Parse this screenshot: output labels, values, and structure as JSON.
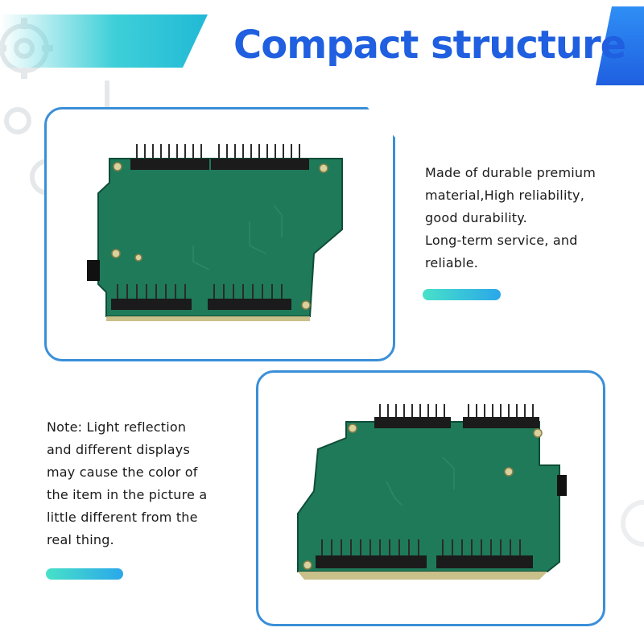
{
  "header": {
    "title": "Compact structure"
  },
  "description": {
    "lines": [
      "Made of durable premium",
      "material,High reliability,",
      "good durability.",
      "Long-term service, and",
      "reliable."
    ]
  },
  "note": {
    "lines": [
      "Note: Light reflection",
      "and different displays",
      "may cause the color of",
      "the item in the picture a",
      "little different from the",
      "real thing."
    ]
  },
  "colors": {
    "title": "#1f5fe0",
    "frame_border": "#3a8fd8",
    "pcb_green": "#1f7a5a",
    "accent_gradient_start": "#48e1c8",
    "accent_gradient_end": "#2aa7ea"
  },
  "images": {
    "top": "pcb-board-back-photo",
    "bottom": "pcb-board-angled-photo"
  }
}
